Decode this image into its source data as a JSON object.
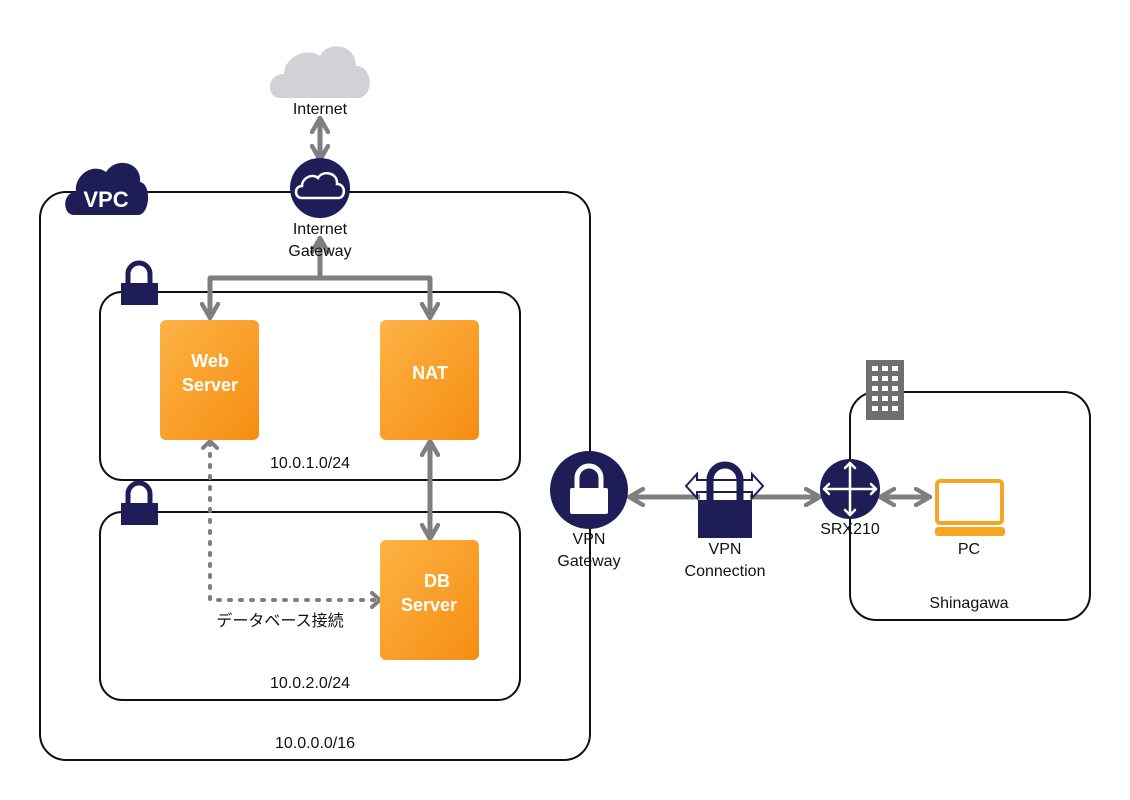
{
  "labels": {
    "internet": "Internet",
    "igw_line1": "Internet",
    "igw_line2": "Gateway",
    "vpc_badge": "VPC",
    "web_line1": "Web",
    "web_line2": "Server",
    "nat": "NAT",
    "db_line1": "DB",
    "db_line2": "Server",
    "subnet1_cidr": "10.0.1.0/24",
    "subnet2_cidr": "10.0.2.0/24",
    "vpc_cidr": "10.0.0.0/16",
    "db_connection": "データベース接続",
    "vpn_gw_line1": "VPN",
    "vpn_gw_line2": "Gateway",
    "vpn_conn_line1": "VPN",
    "vpn_conn_line2": "Connection",
    "router": "SRX210",
    "pc": "PC",
    "site": "Shinagawa"
  },
  "colors": {
    "navy": "#1f1d57",
    "orange_top": "#fbb040",
    "orange_bottom": "#f7941d",
    "arrow": "#7f7f7f",
    "cloud": "#d0d2d5",
    "pc_orange": "#f5a623",
    "building": "#6f6f6f"
  },
  "icons": [
    "cloud-icon",
    "internet-gateway-icon",
    "vpc-cloud-icon",
    "lock-icon",
    "vpn-gateway-icon",
    "vpn-connection-icon",
    "router-icon",
    "pc-icon",
    "building-icon"
  ]
}
